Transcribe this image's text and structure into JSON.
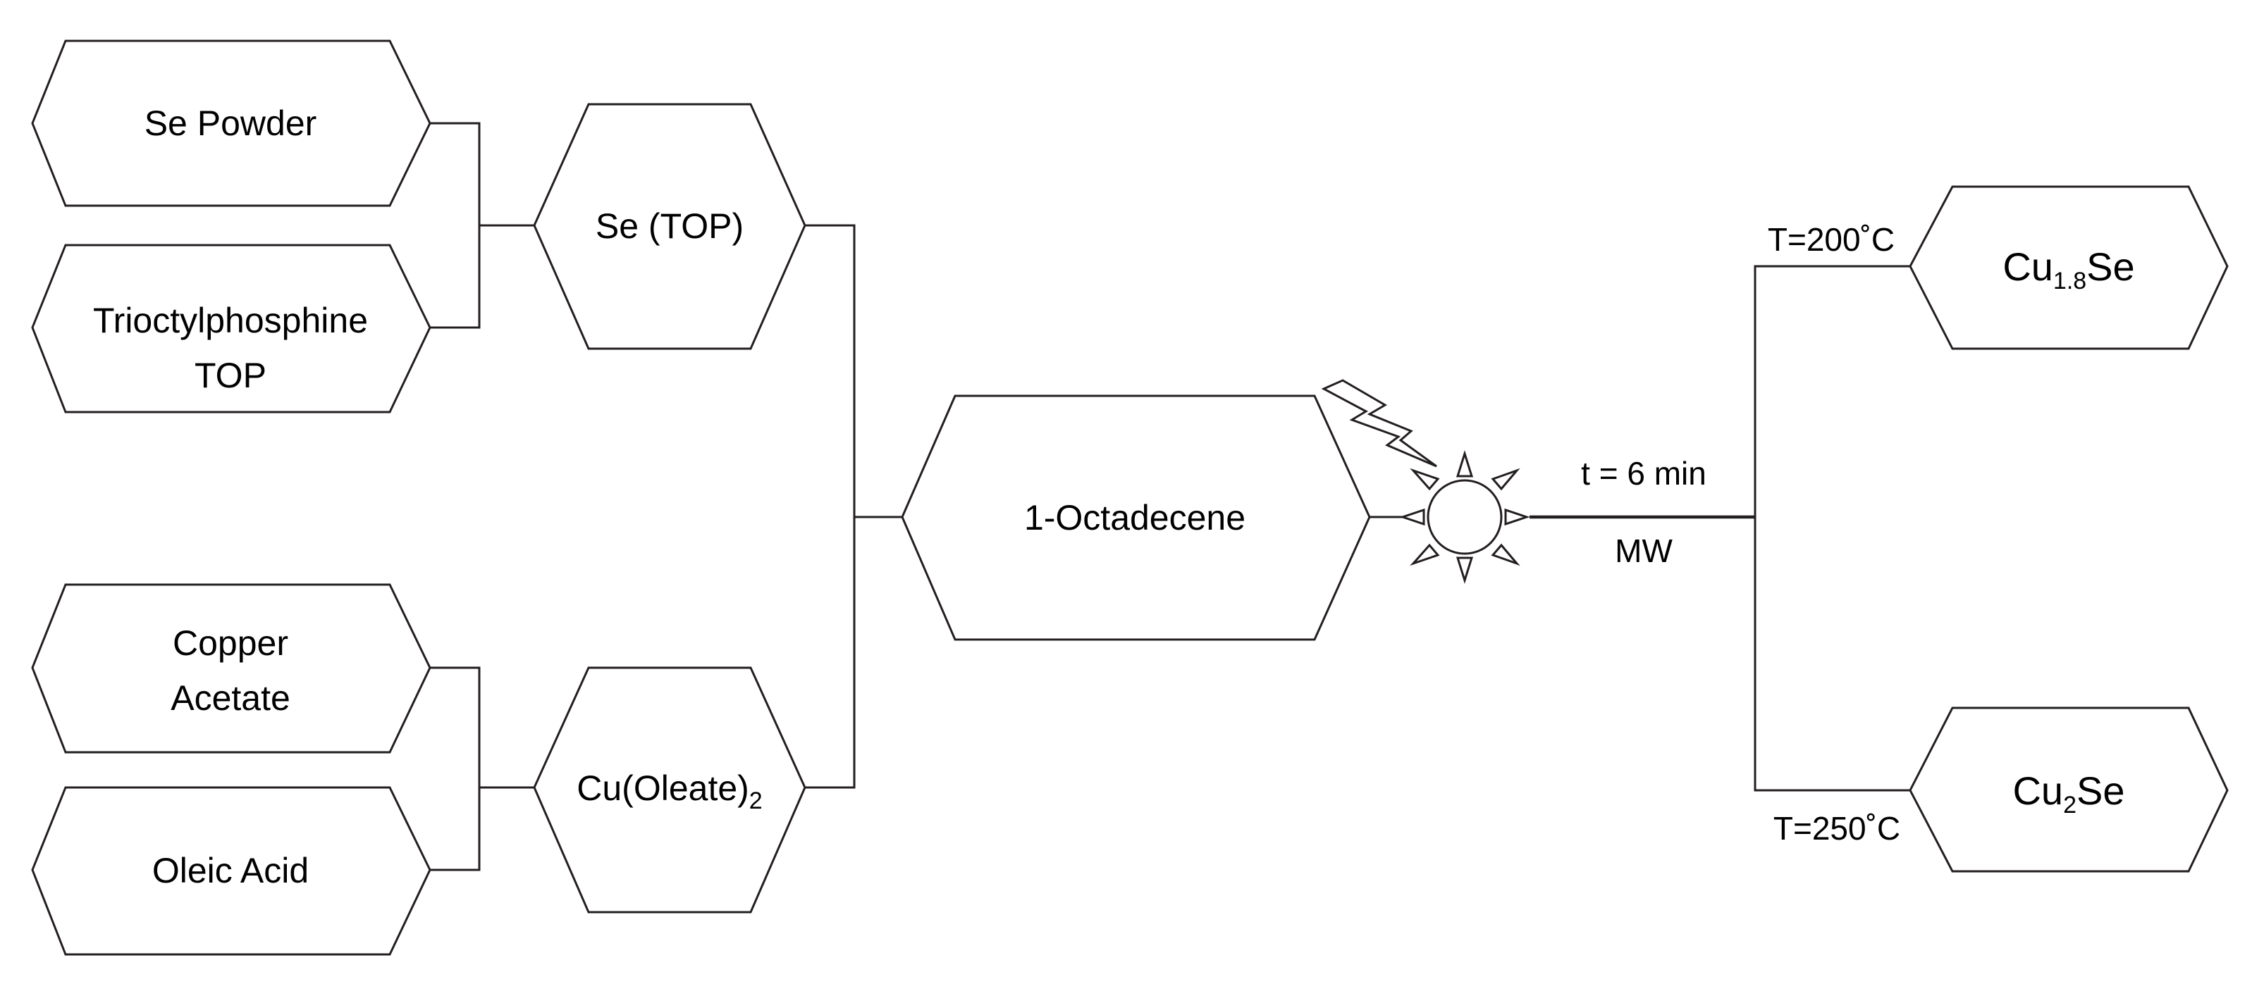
{
  "nodes": {
    "se_powder": "Se Powder",
    "trioctylphosphine": "Trioctylphosphine",
    "top": "TOP",
    "se_top": "Se (TOP)",
    "copper": "Copper",
    "acetate": "Acetate",
    "oleic_acid": "Oleic Acid",
    "cu_oleate_main": "Cu(Oleate)",
    "cu_oleate_sub": "2",
    "octadecene": "1-Octadecene",
    "cu18se_a": "Cu",
    "cu18se_sub": "1.8",
    "cu18se_b": "Se",
    "cu2se_a": "Cu",
    "cu2se_sub": "2",
    "cu2se_b": "Se"
  },
  "conditions": {
    "time": "t = 6 min",
    "method": "MW",
    "temp_low": "T=200˚C",
    "temp_high": "T=250˚C"
  },
  "icons": {
    "heat": "sun-icon",
    "lightning": "lightning-icon"
  },
  "colors": {
    "stroke": "#231f20",
    "fill": "#ffffff",
    "text": "#000000"
  }
}
